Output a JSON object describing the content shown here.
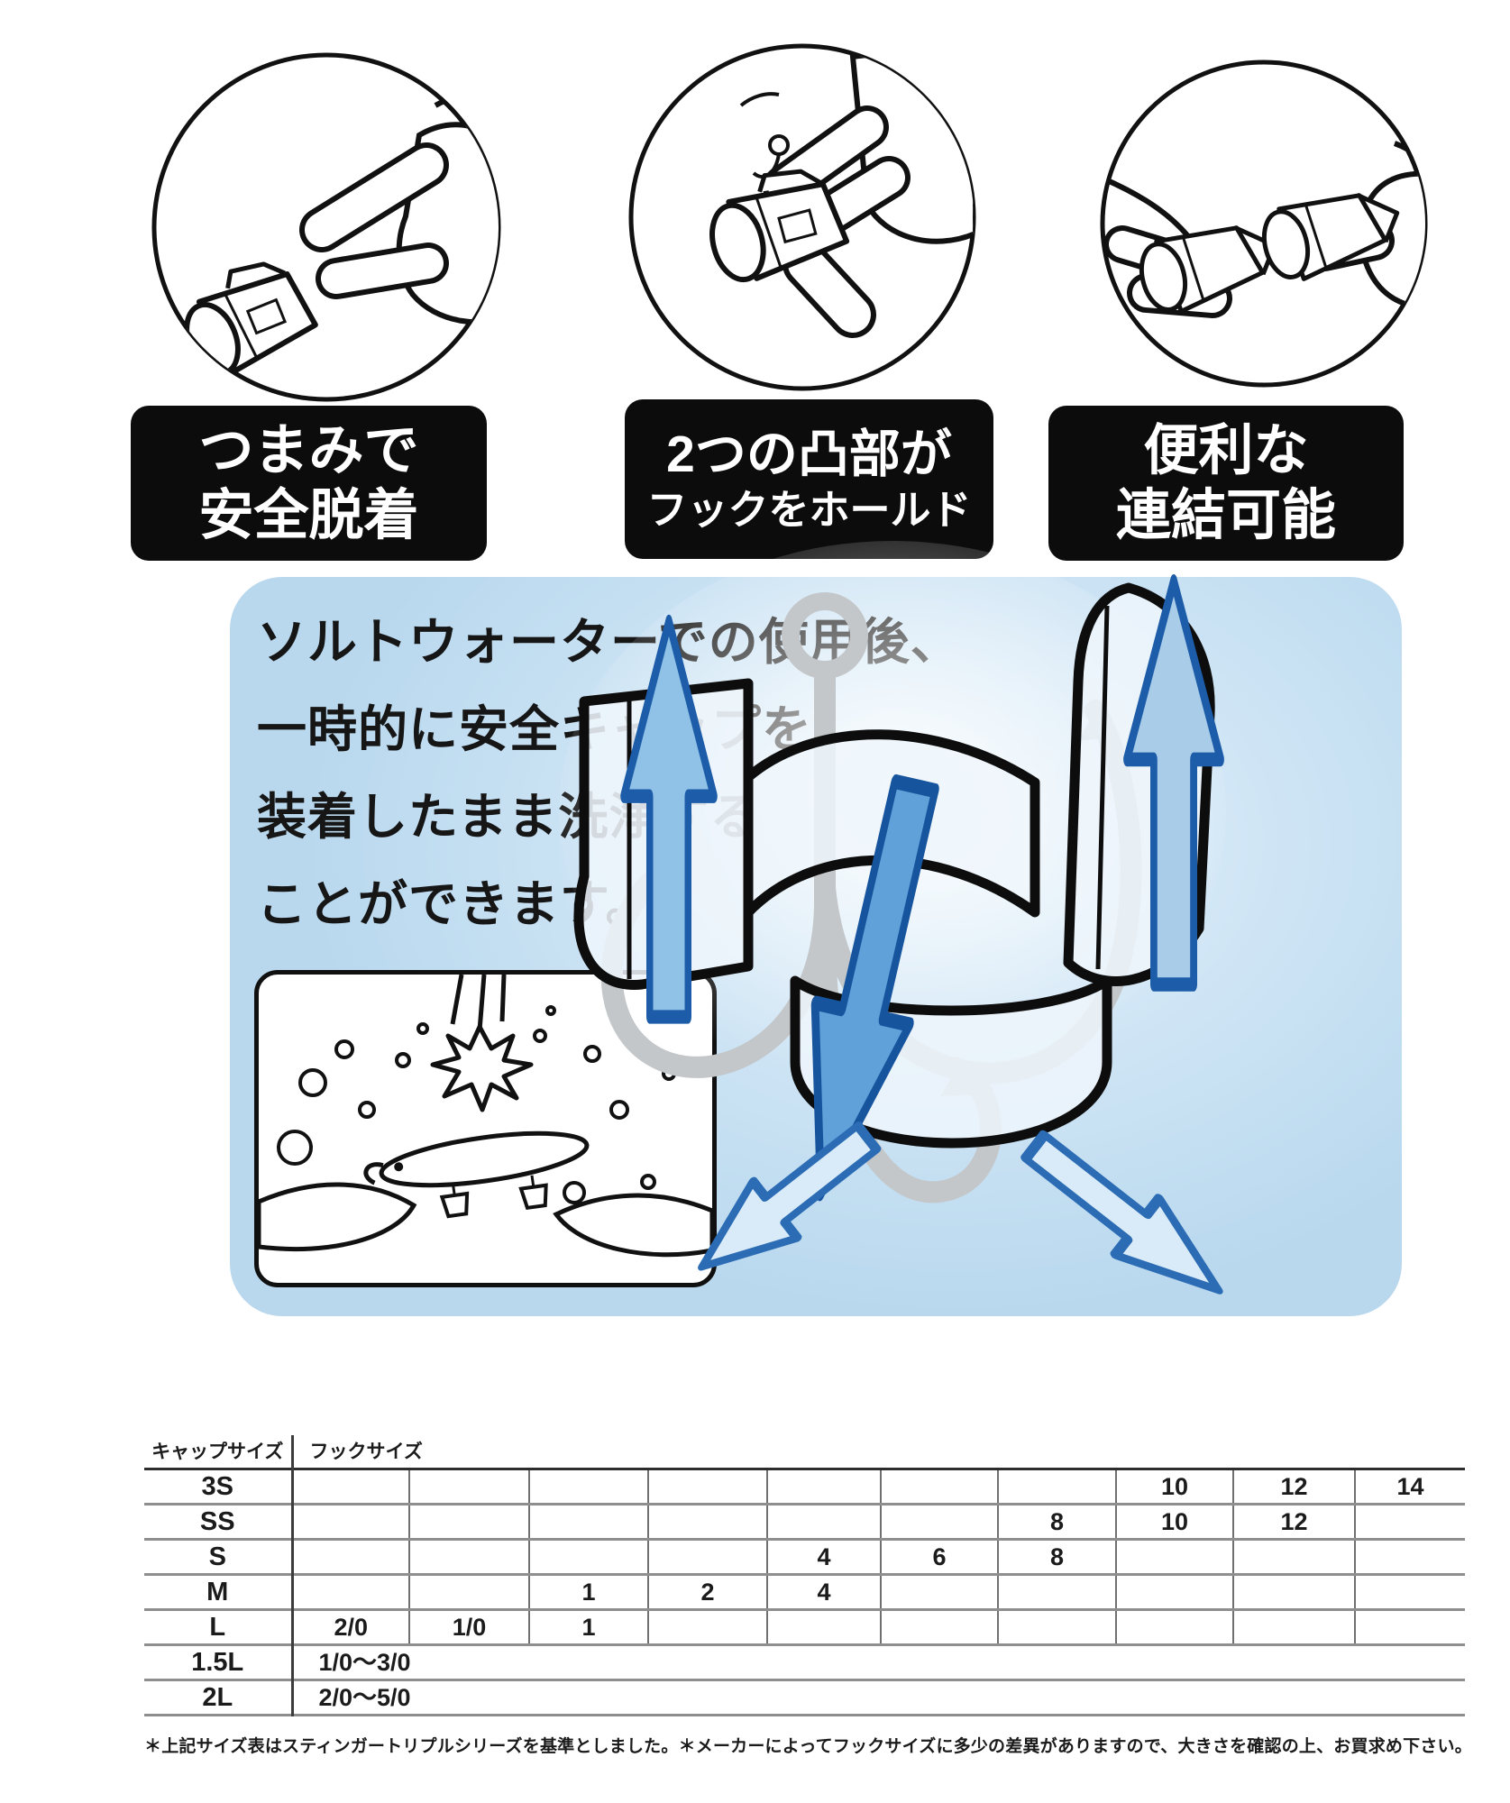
{
  "steps": [
    {
      "line1": "つまみで",
      "line2": "安全脱着"
    },
    {
      "line1": "2つの凸部が",
      "line2": "フックをホールド"
    },
    {
      "line1": "便利な",
      "line2": "連結可能"
    }
  ],
  "panel": {
    "lines": [
      "ソルトウォーターでの使用後、",
      "一時的に安全キャップを",
      "装着したまま洗浄する",
      "ことができます。"
    ]
  },
  "size_table": {
    "cap_header": "キャップサイズ",
    "hook_header": "フックサイズ",
    "rows": [
      {
        "cap": "3S",
        "cells": [
          "",
          "",
          "",
          "",
          "",
          "",
          "",
          "10",
          "12",
          "14"
        ]
      },
      {
        "cap": "SS",
        "cells": [
          "",
          "",
          "",
          "",
          "",
          "",
          "8",
          "10",
          "12",
          ""
        ]
      },
      {
        "cap": "S",
        "cells": [
          "",
          "",
          "",
          "",
          "4",
          "6",
          "8",
          "",
          "",
          ""
        ]
      },
      {
        "cap": "M",
        "cells": [
          "",
          "",
          "1",
          "2",
          "4",
          "",
          "",
          "",
          "",
          ""
        ]
      },
      {
        "cap": "L",
        "cells": [
          "2/0",
          "1/0",
          "1",
          "",
          "",
          "",
          "",
          "",
          "",
          ""
        ]
      },
      {
        "cap": "1.5L",
        "range": "1/0〜3/0"
      },
      {
        "cap": "2L",
        "range": "2/0〜5/0"
      }
    ]
  },
  "footnote": "＊上記サイズ表はスティンガートリプルシリーズを基準としました。＊メーカーによってフックサイズに多少の差異がありますので、大きさを確認の上、お買求め下さい。",
  "colors": {
    "label_bg": "#0c0c0c",
    "label_text": "#ffffff",
    "panel_blue": "#bfddf2",
    "arrow_blue": "#3b7ec6",
    "arrow_blue_dark": "#1c5ca8",
    "hook_gray": "#c3c7ca"
  }
}
